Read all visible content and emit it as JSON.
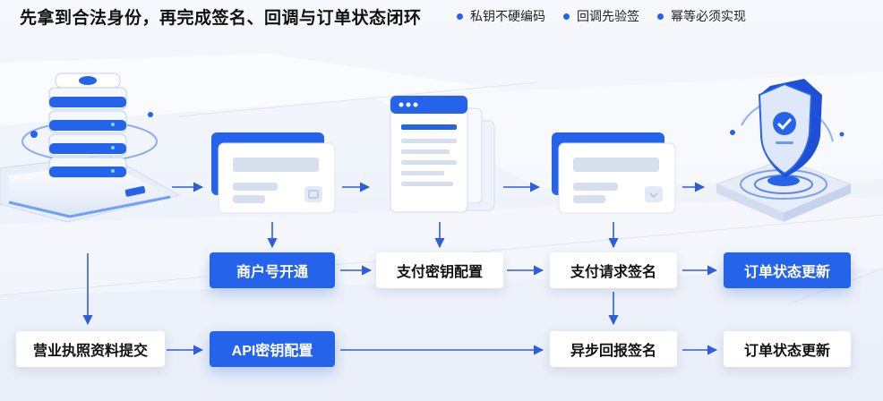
{
  "header": {
    "title": "先拿到合法身份，再完成签名、回调与订单状态闭环",
    "tags": [
      "私钥不硬编码",
      "回调先验签",
      "幂等必须实现"
    ]
  },
  "nodes": {
    "merchant_open": "商户号开通",
    "pay_key_config": "支付密钥配置",
    "pay_request_sign": "支付请求签名",
    "order_update_top": "订单状态更新",
    "license_submit": "营业执照资料提交",
    "api_key_config": "API密钥配置",
    "async_callback_sign": "异步回报签名",
    "order_update_bottom": "订单状态更新"
  },
  "colors": {
    "accent": "#2563eb",
    "arrow": "#2f5fd8"
  }
}
